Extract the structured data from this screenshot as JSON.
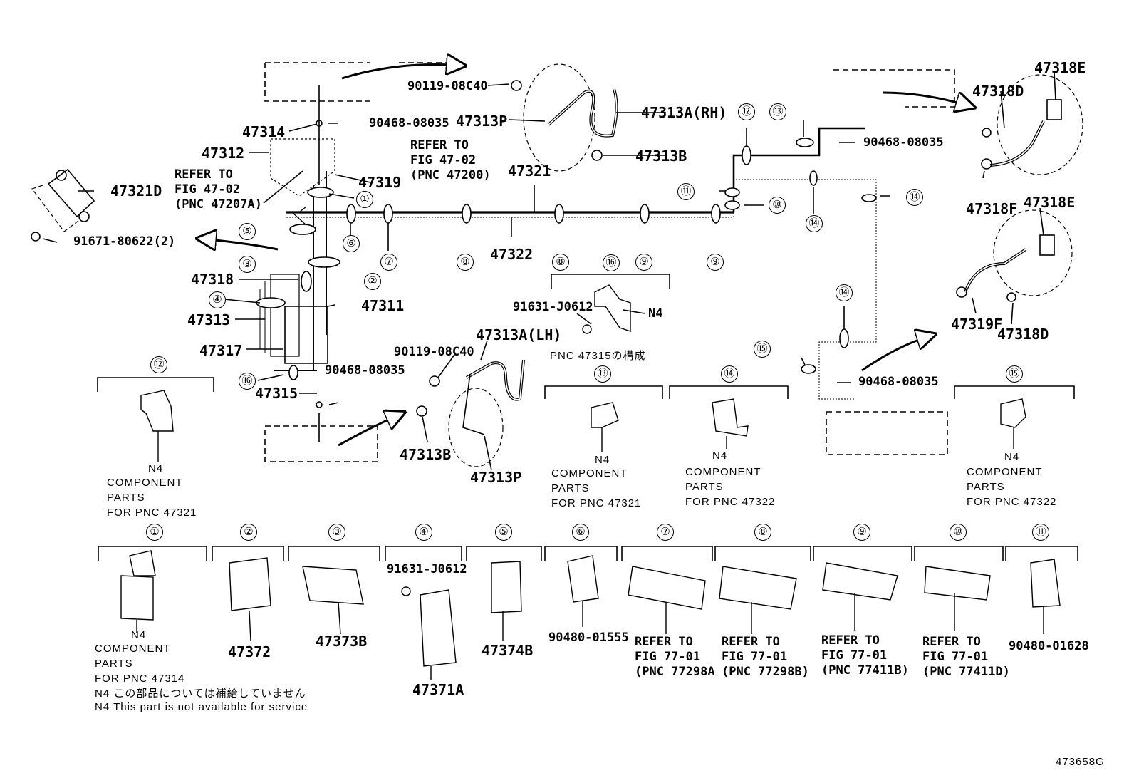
{
  "refs": {
    "r1": "①",
    "r2": "②",
    "r3": "③",
    "r4": "④",
    "r5": "⑤",
    "r6": "⑥",
    "r7": "⑦",
    "r8": "⑧",
    "r9": "⑨",
    "r10": "⑩",
    "r11": "⑪",
    "r12": "⑫",
    "r13": "⑬",
    "r14": "⑭",
    "r15": "⑮",
    "r16": "⑯"
  },
  "main_labels": {
    "p90119_top": "90119-08C40",
    "p47313A_RH": "47313A(RH)",
    "p47313P_top": "47313P",
    "p47313B_top": "47313B",
    "p47314": "47314",
    "p90468_a": "90468-08035",
    "p47312": "47312",
    "refer_fig_1": "REFER TO",
    "refer_fig_1b": "FIG 47-02",
    "refer_fig_1c": "(PNC 47200)",
    "refer_fig_2": "REFER TO",
    "refer_fig_2b": "FIG 47-02",
    "refer_fig_2c": "(PNC 47207A)",
    "p47321D": "47321D",
    "p47319": "47319",
    "p47321": "47321",
    "p91671": "91671-80622(2)",
    "p47322": "47322",
    "p47318": "47318",
    "p47311": "47311",
    "p47313": "47313",
    "p47317": "47317",
    "p91631_a": "91631-J0612",
    "p47313A_LH": "47313A(LH)",
    "p90119_bot": "90119-08C40",
    "p90468_b": "90468-08035",
    "p47315": "47315",
    "p47313B_bot": "47313B",
    "p47313P_bot": "47313P",
    "pnc47315": "PNC 47315の構成",
    "n4_16": "N4",
    "p90468_c": "90468-08035",
    "p90468_d": "90468-08035",
    "p47318E_top": "47318E",
    "p47318D_top": "47318D",
    "p47318F": "47318F",
    "p47318E_mid": "47318E",
    "p47319F": "47319F",
    "p47318D_bot": "47318D"
  },
  "component_notes": {
    "c12": {
      "n4": "N4",
      "l1": "COMPONENT",
      "l2": "PARTS",
      "l3": "FOR PNC 47321"
    },
    "c13": {
      "n4": "N4",
      "l1": "COMPONENT",
      "l2": "PARTS",
      "l3": "FOR PNC 47321"
    },
    "c14": {
      "n4": "N4",
      "l1": "COMPONENT",
      "l2": "PARTS",
      "l3": "FOR PNC 47322"
    },
    "c15": {
      "n4": "N4",
      "l1": "COMPONENT",
      "l2": "PARTS",
      "l3": "FOR PNC 47322"
    }
  },
  "bottom_row": {
    "i1": {
      "n4": "N4",
      "l1": "COMPONENT",
      "l2": "PARTS",
      "l3": "FOR PNC 47314"
    },
    "i2": "47372",
    "i3": "47373B",
    "i4_screw": "91631-J0612",
    "i4": "47371A",
    "i5": "47374B",
    "i6": "90480-01555",
    "i7": {
      "l1": "REFER TO",
      "l2": "FIG 77-01",
      "l3": "(PNC 77298A"
    },
    "i8": {
      "l1": "REFER TO",
      "l2": "FIG 77-01",
      "l3": "(PNC 77298B)"
    },
    "i9": {
      "l1": "REFER TO",
      "l2": "FIG 77-01",
      "l3": "(PNC 77411B)"
    },
    "i10": {
      "l1": "REFER TO",
      "l2": "FIG 77-01",
      "l3": "(PNC 77411D)"
    },
    "i11": "90480-01628"
  },
  "footnotes": {
    "jp": "N4 この部品については補給していません",
    "en": "N4 This part is not available for service"
  },
  "figure_id": "473658G"
}
